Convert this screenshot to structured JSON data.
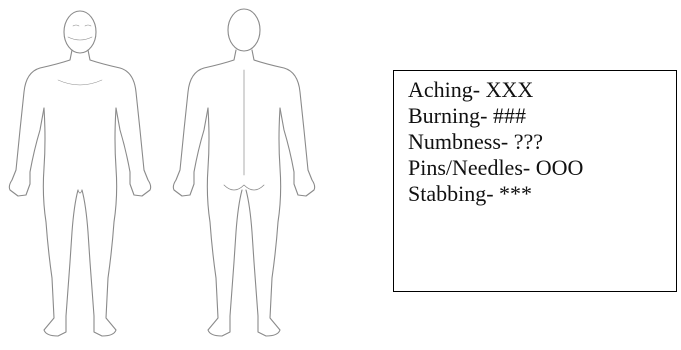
{
  "figures": [
    {
      "id": "front",
      "view": "front"
    },
    {
      "id": "back",
      "view": "back"
    }
  ],
  "legend": {
    "items": [
      {
        "label": "Aching- XXX"
      },
      {
        "label": "Burning- ###"
      },
      {
        "label": "Numbness- ???"
      },
      {
        "label": "Pins/Needles- OOO"
      },
      {
        "label": "Stabbing- ***"
      }
    ]
  },
  "colors": {
    "outline": "#8a8a8a",
    "border": "#000000",
    "text": "#111111"
  }
}
